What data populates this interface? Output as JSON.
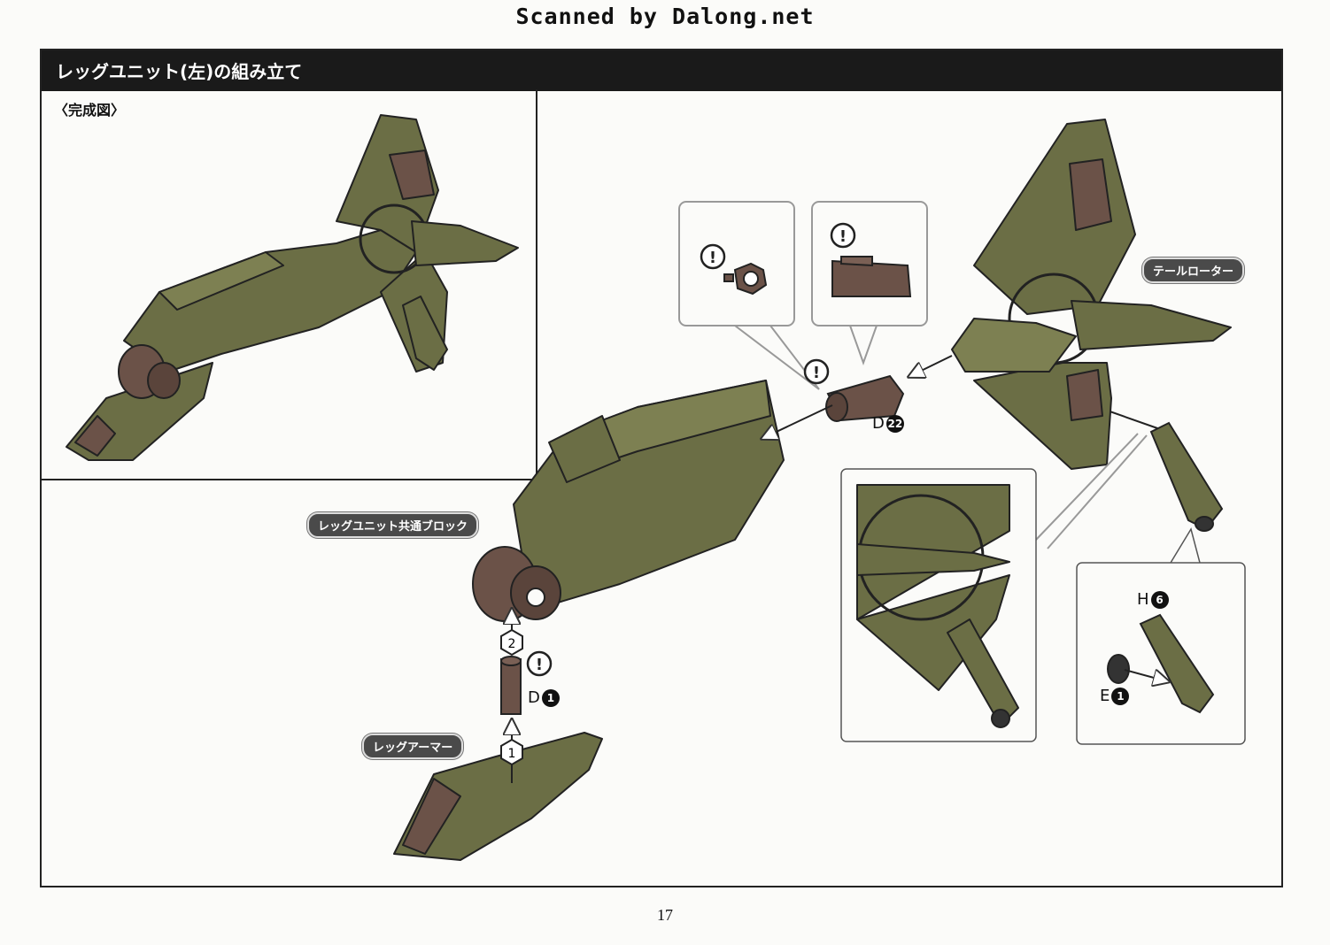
{
  "watermark": "Scanned by Dalong.net",
  "header": {
    "title": "レッグユニット(左)の組み立て"
  },
  "complete_view": {
    "label": "〈完成図〉"
  },
  "labels": {
    "tail_rotor": "テールローター",
    "common_block": "レッグユニット共通ブロック",
    "leg_armor": "レッグアーマー"
  },
  "parts": {
    "d22": {
      "letter": "D",
      "num": "22"
    },
    "d1": {
      "letter": "D",
      "num": "1"
    },
    "h6": {
      "letter": "H",
      "num": "6"
    },
    "e1": {
      "letter": "E",
      "num": "1"
    }
  },
  "steps": {
    "step1": "1",
    "step2": "2"
  },
  "page_number": "17",
  "colors": {
    "olive": "#6b6e45",
    "olive_dark": "#4f5233",
    "brown": "#6b5248",
    "header": "#1a1a1a"
  }
}
